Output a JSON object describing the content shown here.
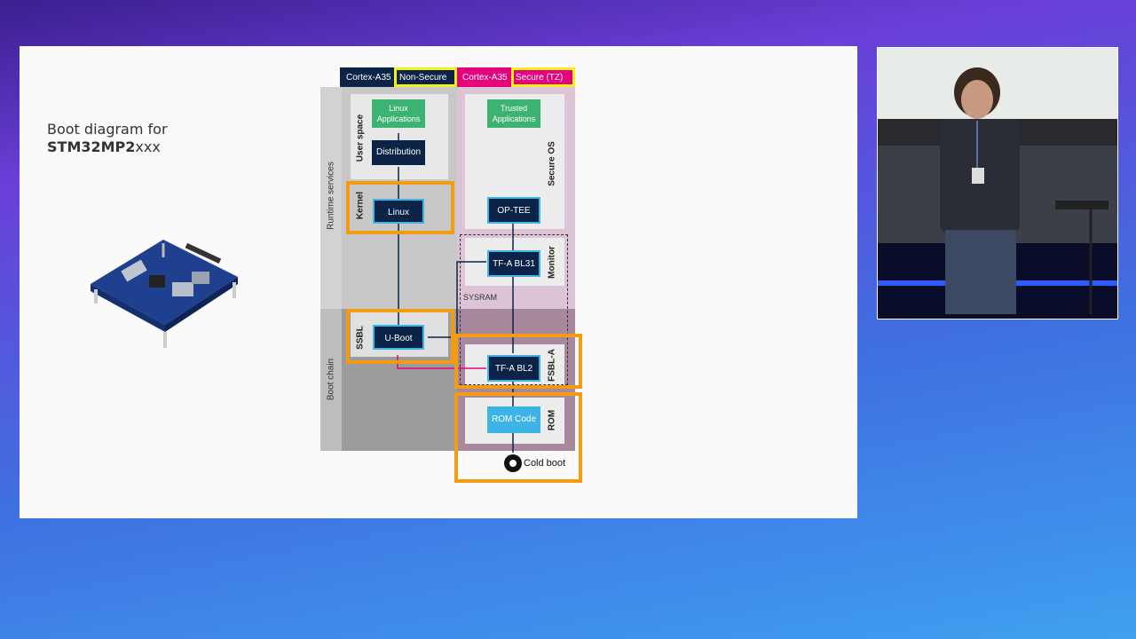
{
  "slide": {
    "caption_line1": "Boot diagram for",
    "caption_bold": "STM32MP2",
    "caption_rest": "xxx"
  },
  "diagram": {
    "header_ns_core": "Cortex-A35",
    "header_ns": "Non-Secure",
    "header_s_core": "Cortex-A35",
    "header_s": "Secure (TZ)",
    "runtime_services": "Runtime services",
    "boot_chain": "Boot chain",
    "user_space": "User space",
    "kernel": "Kernel",
    "ssbl": "SSBL",
    "secure_os": "Secure OS",
    "monitor": "Monitor",
    "fsbl_a": "FSBL-A",
    "rom": "ROM",
    "sysram": "SYSRAM",
    "linux_apps": "Linux Applications",
    "distribution": "Distribution",
    "linux": "Linux",
    "uboot": "U-Boot",
    "trusted_apps": "Trusted Applications",
    "optee": "OP-TEE",
    "tfa_bl31": "TF-A BL31",
    "tfa_bl2": "TF-A BL2",
    "rom_code": "ROM Code",
    "cold_boot": "Cold boot"
  },
  "colors": {
    "navy": "#0b2346",
    "magenta": "#e6007e",
    "highlight_orange": "#f39c12",
    "highlight_yellow": "#f2f21a",
    "green": "#3cb371",
    "cyan": "#3cb4e6"
  }
}
